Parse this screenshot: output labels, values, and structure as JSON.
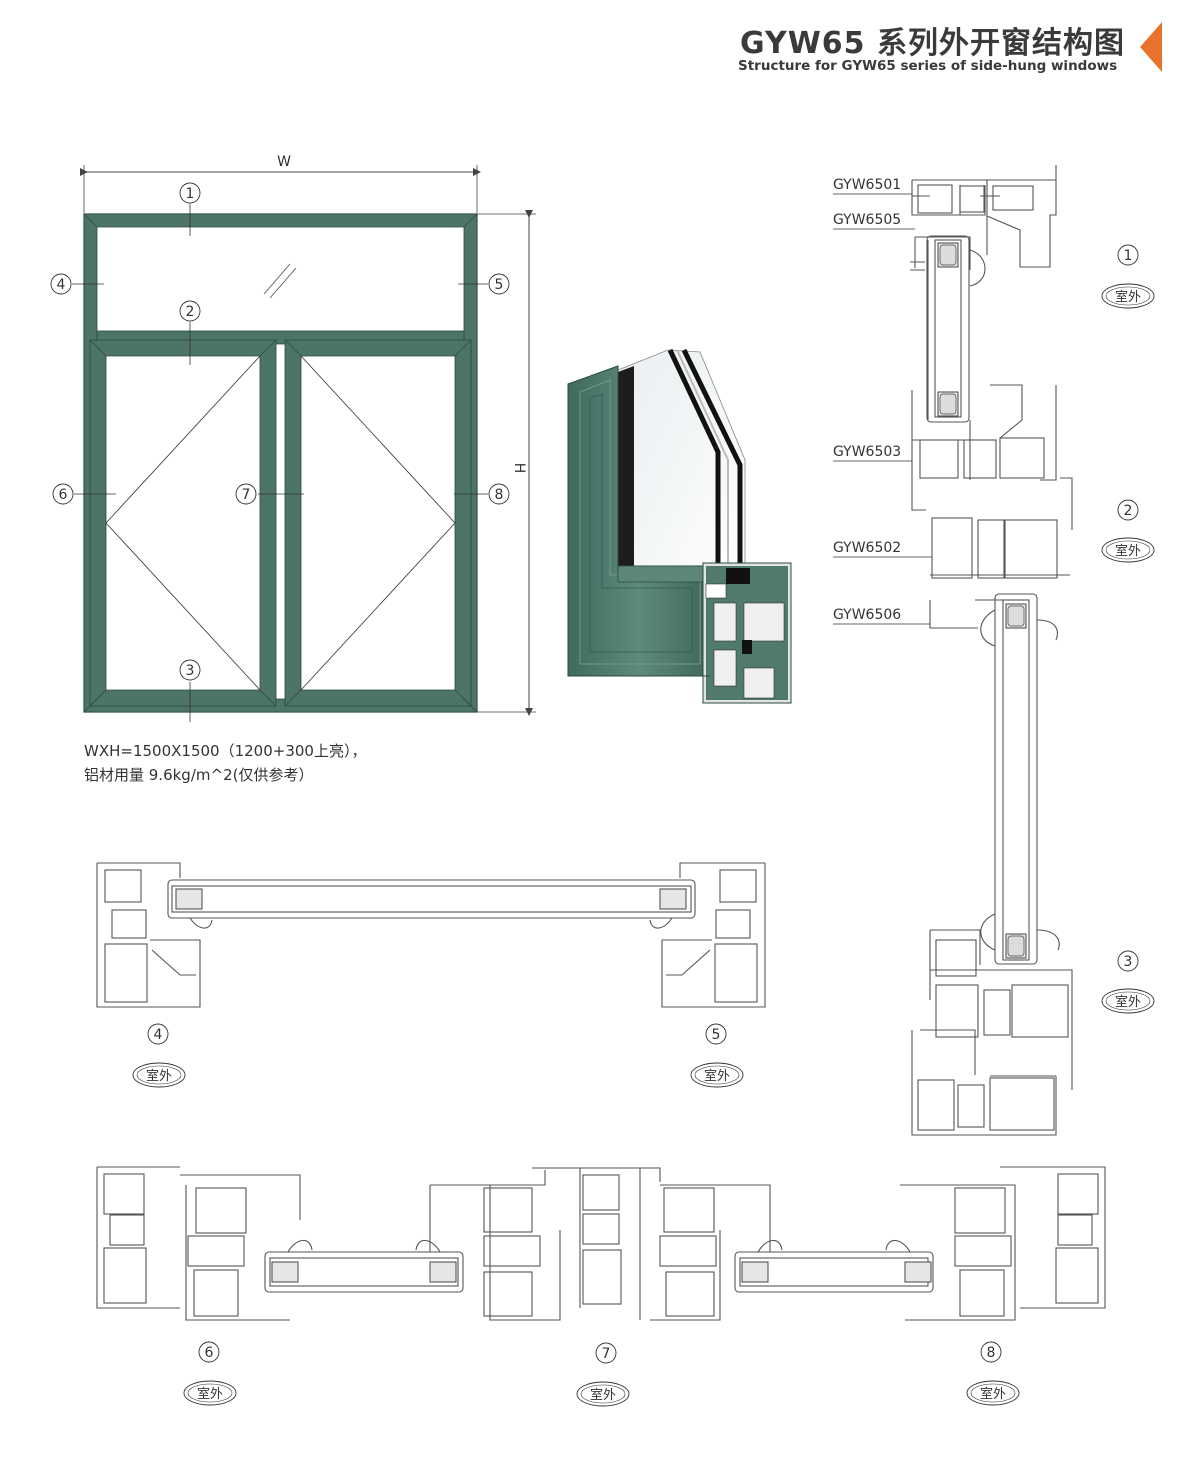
{
  "header": {
    "title_zh": "GYW65 系列外开窗结构图",
    "title_en": "Structure for GYW65 series of side-hung windows"
  },
  "elevation": {
    "width_label": "W",
    "height_label": "H",
    "note_line1": "WXH=1500X1500（1200+300上亮），",
    "note_line2": "铝材用量 9.6kg/m^2(仅供参考）",
    "markers": [
      "1",
      "2",
      "3",
      "4",
      "5",
      "6",
      "7",
      "8"
    ]
  },
  "profiles": {
    "codes": [
      "GYW6501",
      "GYW6505",
      "GYW6503",
      "GYW6502",
      "GYW6506"
    ]
  },
  "sections": {
    "outdoor_label": "室外",
    "vertical_numbers": [
      "1",
      "2",
      "3"
    ],
    "bottom_numbers": [
      "4",
      "5"
    ],
    "lower_numbers": [
      "6",
      "7",
      "8"
    ]
  },
  "colors": {
    "frame_green": "#4c7468",
    "section_line": "#555555",
    "accent_orange": "#e8742c"
  }
}
